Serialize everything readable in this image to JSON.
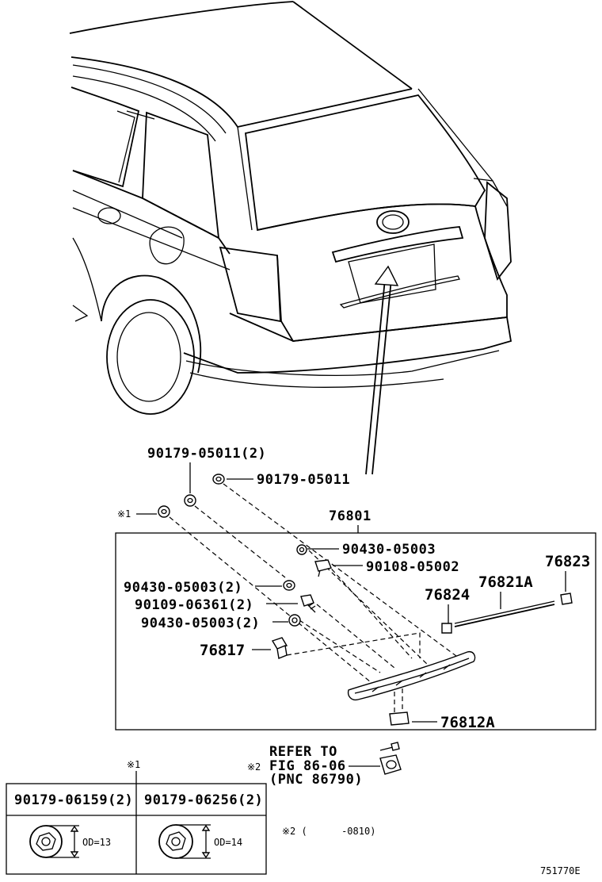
{
  "labels": {
    "l90179_05011_2": "90179-05011(2)",
    "l90179_05011": "90179-05011",
    "l76801": "76801",
    "note1_marker": "※1",
    "l90430_05003_a": "90430-05003",
    "l90108_05002": "90108-05002",
    "l76823": "76823",
    "l76821A": "76821A",
    "l76824": "76824",
    "l90430_05003_2a": "90430-05003(2)",
    "l90109_06361_2": "90109-06361(2)",
    "l90430_05003_2b": "90430-05003(2)",
    "l76817": "76817",
    "l76812A": "76812A",
    "refer_line1": "REFER TO",
    "refer_line2": "FIG 86-06",
    "refer_line3": "(PNC 86790)",
    "note2_marker": "※2",
    "legend_marker": "※1",
    "legend_col1": "90179-06159(2)",
    "legend_col2": "90179-06256(2)",
    "od13": "OD=13",
    "od14": "OD=14",
    "note2_text": "※2 (      -0810)",
    "figure_code": "751770E"
  }
}
